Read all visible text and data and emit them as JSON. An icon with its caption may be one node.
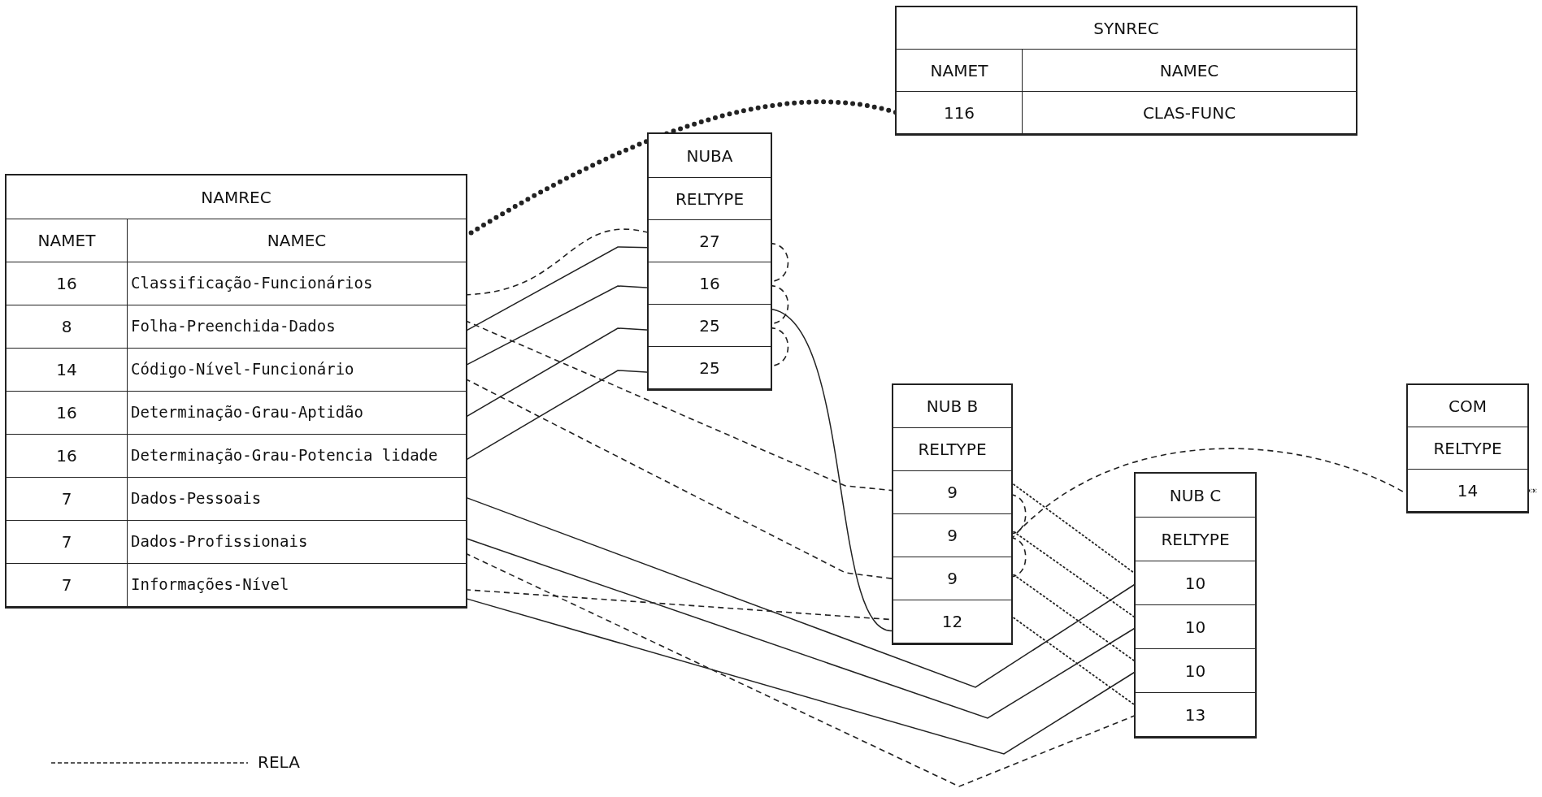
{
  "diagram": {
    "nodes": [
      {
        "text": [
          "NAMREC"
        ]
      },
      {
        "text": [
          "NAMET",
          "NAMEC"
        ],
        "in": 0
      },
      {
        "text": [
          "16",
          "Classificação-Funcionários"
        ],
        "in": 0
      },
      {
        "text": [
          "8",
          "Folha-Preenchida-Dados"
        ],
        "in": 0
      },
      {
        "text": [
          "14",
          "Código-Nível-Funcionário"
        ],
        "in": 0
      },
      {
        "text": [
          "16",
          "Determinação-Grau-Aptidão"
        ],
        "in": 0
      },
      {
        "text": [
          "16",
          "Determinação-Grau-Potencia lidade"
        ],
        "in": 0
      },
      {
        "text": [
          "7",
          "Dados-Pessoais"
        ],
        "in": 0
      },
      {
        "text": [
          "7",
          "Dados-Profissionais"
        ],
        "in": 0
      },
      {
        "text": [
          "7",
          "Informações-Nível"
        ],
        "in": 0
      },
      {
        "text": [
          "SYNREC"
        ]
      },
      {
        "text": [
          "NAMET",
          "NAMEC"
        ],
        "in": 10
      },
      {
        "text": [
          "116",
          "CLAS-FUNC"
        ],
        "in": 10
      },
      {
        "text": [
          "NUBA"
        ]
      },
      {
        "text": [
          "RELTYPE"
        ],
        "in": 13
      },
      {
        "text": [
          "27"
        ],
        "in": 13
      },
      {
        "text": [
          "16"
        ],
        "in": 13
      },
      {
        "text": [
          "25"
        ],
        "in": 13
      },
      {
        "text": [
          "25"
        ],
        "in": 13
      },
      {
        "text": [
          "NUB B"
        ]
      },
      {
        "text": [
          "RELTYPE"
        ],
        "in": 19
      },
      {
        "text": [
          "9"
        ],
        "in": 19
      },
      {
        "text": [
          "9"
        ],
        "in": 19
      },
      {
        "text": [
          "9"
        ],
        "in": 19
      },
      {
        "text": [
          "12"
        ],
        "in": 19
      },
      {
        "text": [
          "NUB C"
        ]
      },
      {
        "text": [
          "RELTYPE"
        ],
        "in": 25
      },
      {
        "text": [
          "10"
        ],
        "in": 25
      },
      {
        "text": [
          "10"
        ],
        "in": 25
      },
      {
        "text": [
          "10"
        ],
        "in": 25
      },
      {
        "text": [
          "13"
        ],
        "in": 25
      },
      {
        "text": [
          "COM"
        ]
      },
      {
        "text": [
          "RELTYPE"
        ],
        "in": 31
      },
      {
        "text": [
          "14"
        ],
        "in": 31
      }
    ],
    "edges": [
      {
        "from": 1,
        "to": 12,
        "arrow": "none",
        "style": "dashed"
      },
      {
        "from": 2,
        "to": 15,
        "arrow": "none",
        "style": "dashed"
      },
      {
        "from": 3,
        "to": 15,
        "arrow": "none"
      },
      {
        "from": 4,
        "to": 16,
        "arrow": "none"
      },
      {
        "from": 5,
        "to": 17,
        "arrow": "none"
      },
      {
        "from": 6,
        "to": 18,
        "arrow": "none"
      },
      {
        "from": 3,
        "to": 21,
        "arrow": "none",
        "style": "dashed"
      },
      {
        "from": 4,
        "to": 23,
        "arrow": "none",
        "style": "dashed"
      },
      {
        "from": 9,
        "to": 24,
        "arrow": "none",
        "style": "dashed"
      },
      {
        "from": 7,
        "to": 27,
        "arrow": "none"
      },
      {
        "from": 8,
        "to": 28,
        "arrow": "none"
      },
      {
        "from": 9,
        "to": 29,
        "arrow": "none"
      },
      {
        "from": 8,
        "to": 30,
        "arrow": "none",
        "style": "dashed"
      },
      {
        "from": 17,
        "to": 24,
        "arrow": "none"
      },
      {
        "from": 15,
        "to": 16,
        "arrow": "none",
        "style": "dashed"
      },
      {
        "from": 16,
        "to": 17,
        "arrow": "none",
        "style": "dashed"
      },
      {
        "from": 17,
        "to": 18,
        "arrow": "none",
        "style": "dashed"
      },
      {
        "from": 21,
        "to": 22,
        "arrow": "none",
        "style": "dashed"
      },
      {
        "from": 22,
        "to": 23,
        "arrow": "none",
        "style": "dashed"
      },
      {
        "from": 21,
        "to": 27,
        "arrow": "none",
        "style": "dashed"
      },
      {
        "from": 22,
        "to": 28,
        "arrow": "none",
        "style": "dashed"
      },
      {
        "from": 23,
        "to": 29,
        "arrow": "none",
        "style": "dashed"
      },
      {
        "from": 24,
        "to": 30,
        "arrow": "none",
        "style": "dashed"
      },
      {
        "from": 22,
        "to": 33,
        "arrow": "none",
        "style": "dashed"
      },
      {
        "from": 33,
        "to": null,
        "arrow": "none",
        "style": "dashed"
      }
    ],
    "legend": [
      {
        "text": "RELA"
      }
    ]
  }
}
